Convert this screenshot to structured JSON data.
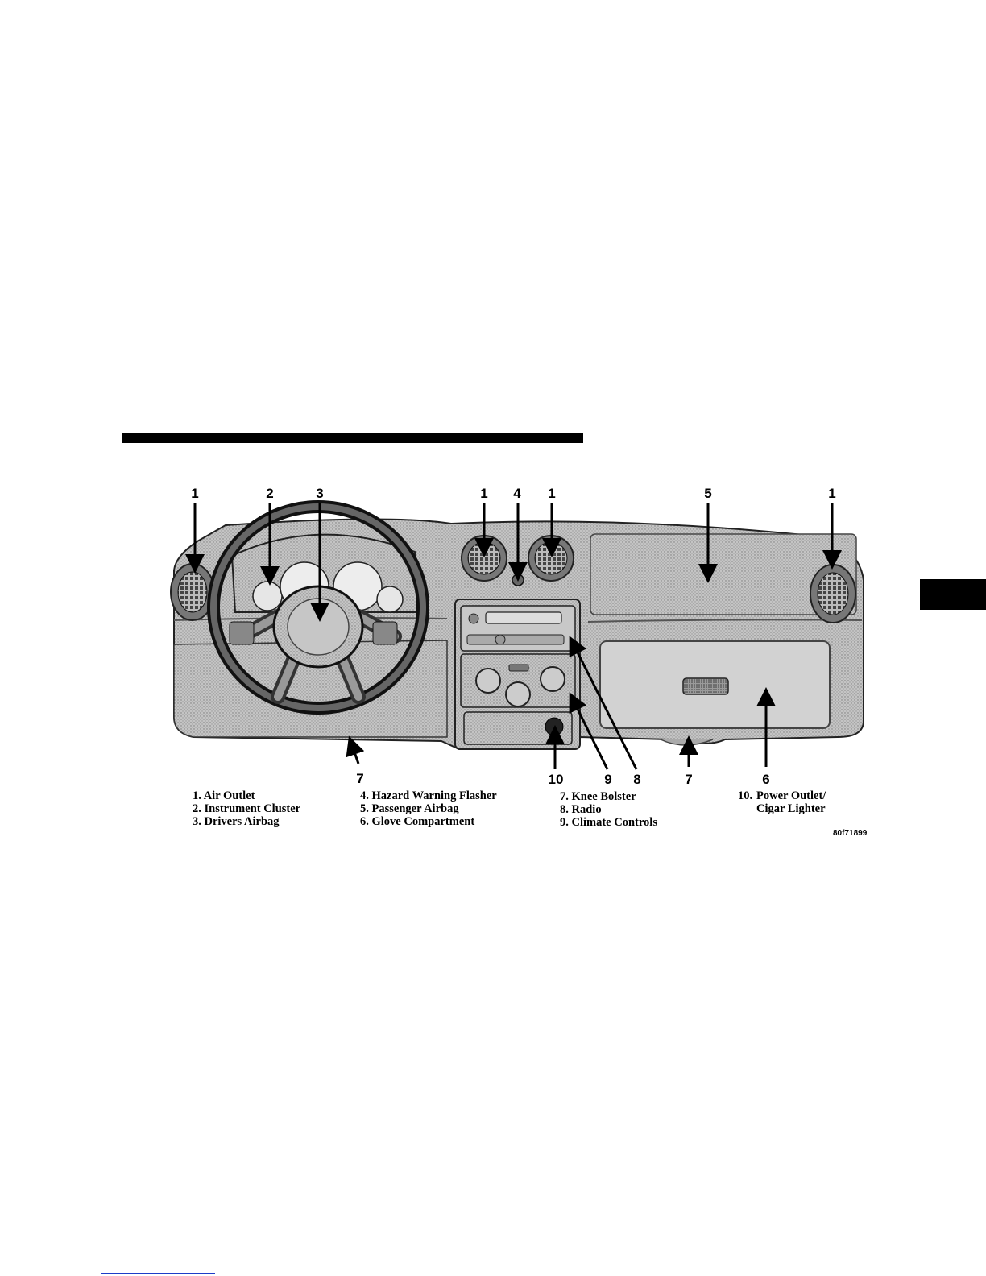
{
  "figure": {
    "callouts": [
      "1",
      "2",
      "3",
      "1",
      "4",
      "1",
      "5",
      "1",
      "7",
      "10",
      "9",
      "8",
      "7",
      "6"
    ],
    "legend": {
      "col1": [
        "1. Air Outlet",
        "2. Instrument Cluster",
        "3. Drivers Airbag"
      ],
      "col2": [
        "4. Hazard Warning Flasher",
        "5. Passenger Airbag",
        "6. Glove Compartment"
      ],
      "col3": [
        "7. Knee Bolster",
        "8. Radio",
        "9. Climate Controls"
      ],
      "col4_line1": "10.",
      "col4_text": [
        "Power Outlet/",
        "Cigar Lighter"
      ]
    },
    "figure_id": "80f71899"
  },
  "colors": {
    "rule": "#000000",
    "dash_fill": "#b9b9b9",
    "dash_dark": "#8a8a8a",
    "link": "#1e3cc8"
  }
}
